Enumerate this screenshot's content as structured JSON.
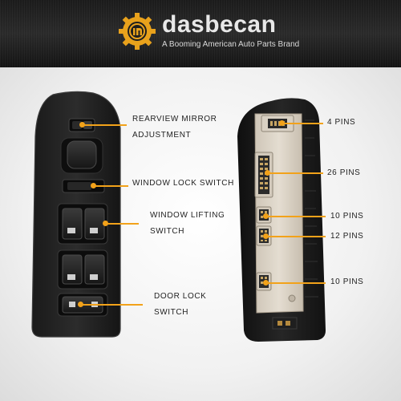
{
  "brand": {
    "name": "dasbecan",
    "tagline": "A Booming American Auto Parts Brand",
    "accent_color": "#f2a21a",
    "logo_icon": "gear-logo-icon"
  },
  "left_labels": {
    "mirror_line1": "REARVIEW MIRROR",
    "mirror_line2": "ADJUSTMENT",
    "window_lock": "WINDOW LOCK SWITCH",
    "window_lift_line1": "WINDOW LIFTING",
    "window_lift_line2": "SWITCH",
    "door_lock_line1": "DOOR LOCK",
    "door_lock_line2": "SWITCH"
  },
  "right_labels": {
    "pins_4": "4 PINS",
    "pins_26": "26 PINS",
    "pins_10a": "10 PINS",
    "pins_12": "12 PINS",
    "pins_10b": "10 PINS"
  }
}
